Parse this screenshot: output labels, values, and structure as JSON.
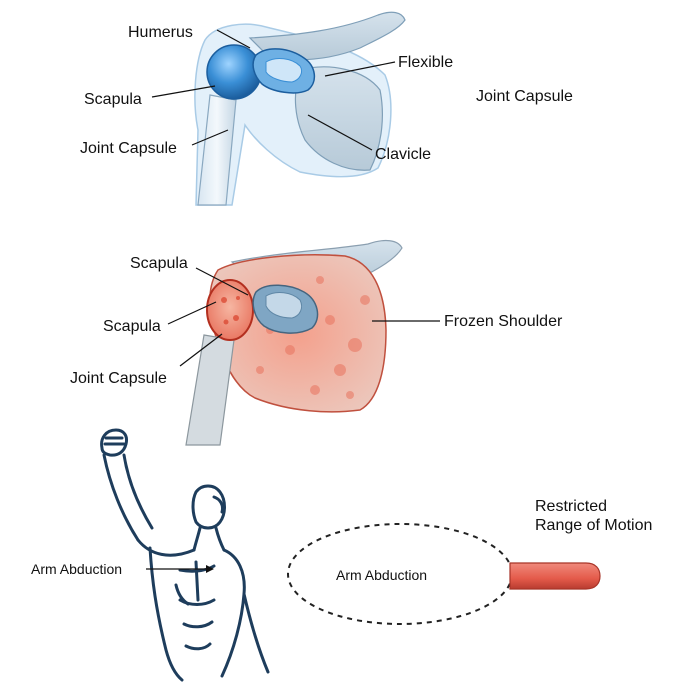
{
  "panel_normal": {
    "labels": {
      "humerus": "Humerus",
      "flexible": "Flexible",
      "scapula": "Scapula",
      "joint_capsule_right": "Joint Capsule",
      "joint_capsule": "Joint Capsule",
      "clavicle": "Clavicle"
    }
  },
  "panel_frozen": {
    "labels": {
      "scapula_top": "Scapula",
      "scapula_mid": "Scapula",
      "frozen_shoulder": "Frozen Shoulder",
      "joint_capsule": "Joint Capsule"
    }
  },
  "panel_motion": {
    "labels": {
      "arm_abduction_figure": "Arm Abduction",
      "arm_abduction_ellipse": "Arm Abduction",
      "restricted_line1": "Restricted",
      "restricted_line2": "Range of Motion"
    }
  },
  "colors": {
    "bone_blue": "#bcd9ee",
    "capsule_blue": "#3a8fd6",
    "inflamed_red": "#e8735e",
    "figure_navy": "#1e3d5c",
    "bar_red": "#e45a4a"
  }
}
